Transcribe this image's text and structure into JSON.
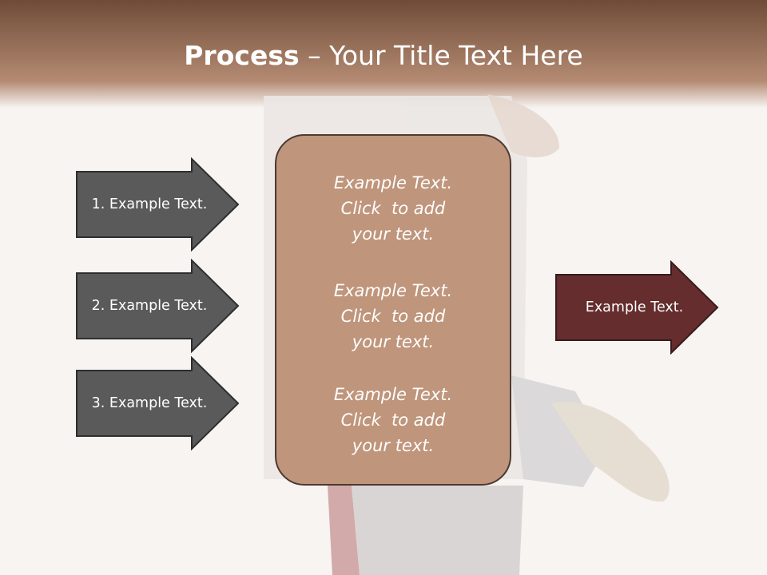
{
  "title": {
    "bold": "Process",
    "rest": " – Your Title Text Here"
  },
  "left_arrows": [
    {
      "label": "1. Example Text."
    },
    {
      "label": "2. Example Text."
    },
    {
      "label": "3. Example Text."
    }
  ],
  "center_box": {
    "blocks": [
      {
        "lines": [
          "Example Text.",
          "Click  to add",
          "your text."
        ]
      },
      {
        "lines": [
          "Example Text.",
          "Click  to add",
          "your text."
        ]
      },
      {
        "lines": [
          "Example Text.",
          "Click  to add",
          "your text."
        ]
      }
    ]
  },
  "right_arrow": {
    "label": "Example Text."
  },
  "colors": {
    "header_top": "#6f4c38",
    "header_bottom": "#b48a72",
    "left_arrow_fill": "#5a5a5a",
    "center_box_fill": "#bf957b",
    "right_arrow_fill": "#652d2d"
  }
}
